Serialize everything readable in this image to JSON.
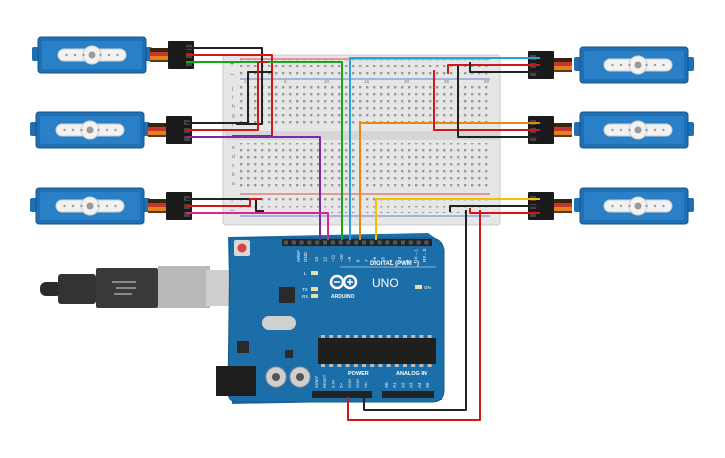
{
  "board": {
    "logo_text": "ARDUINO",
    "model": "UNO",
    "digital_label": "DIGITAL (PWM ~)",
    "power_label": "POWER",
    "analog_label": "ANALOG IN",
    "on_label": "ON",
    "aref_label": "AREF",
    "gnd_label": "GND",
    "l_label": "L",
    "tx_label": "TX",
    "rx_label": "RX",
    "digital_pins": [
      "13",
      "12",
      "~11",
      "~10",
      "~9",
      "8",
      "7",
      "~6",
      "~5",
      "4",
      "~3",
      "2",
      "TX→1",
      "RX←0"
    ],
    "power_pins": [
      "IOREF",
      "RESET",
      "3.3V",
      "5V",
      "GND",
      "GND",
      "Vin"
    ],
    "analog_pins": [
      "A0",
      "A1",
      "A2",
      "A3",
      "A4",
      "A5"
    ]
  },
  "breadboard": {
    "row_letters_top": [
      "j",
      "i",
      "h",
      "g",
      "f"
    ],
    "row_letters_bottom": [
      "e",
      "d",
      "c",
      "b",
      "a"
    ],
    "column_numbers": [
      "1",
      "5",
      "10",
      "15",
      "20",
      "25",
      "30"
    ],
    "rail_plus": "+",
    "rail_minus": "−"
  },
  "colors": {
    "servo_body": "#1f6fb5",
    "arduino_board": "#1b6ea8",
    "breadboard": "#e9e9e9",
    "wire_black": "#222222",
    "wire_red": "#d01818",
    "wire_green": "#17a51d",
    "wire_cyan": "#2aa0d8",
    "wire_purple": "#7b2aa6",
    "wire_orange": "#e88a12",
    "wire_magenta": "#d9258f",
    "wire_yellow": "#f2c200"
  },
  "servos": [
    {
      "name": "servo-top-left",
      "signal_color": "#17a51d"
    },
    {
      "name": "servo-middle-left",
      "signal_color": "#7b2aa6"
    },
    {
      "name": "servo-bottom-left",
      "signal_color": "#d9258f"
    },
    {
      "name": "servo-top-right",
      "signal_color": "#2aa0d8"
    },
    {
      "name": "servo-middle-right",
      "signal_color": "#e88a12"
    },
    {
      "name": "servo-bottom-right",
      "signal_color": "#f2c200"
    }
  ]
}
